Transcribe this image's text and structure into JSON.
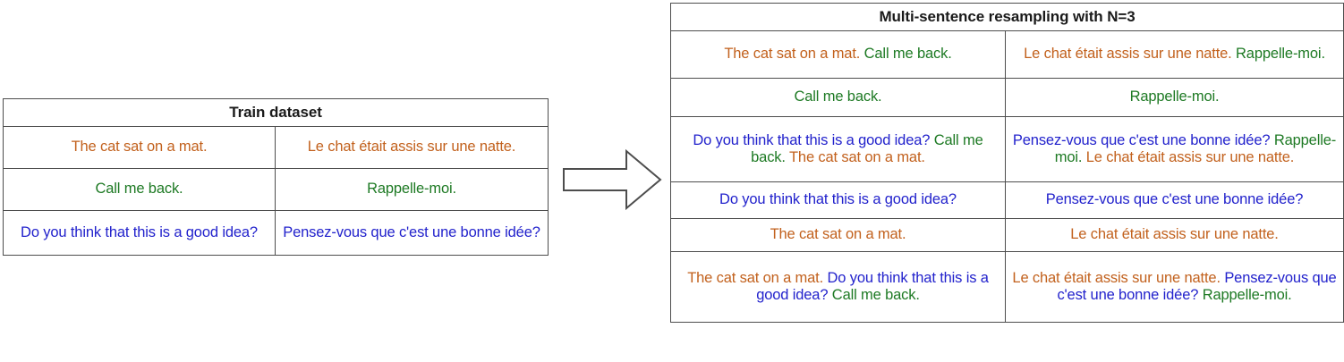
{
  "colors": {
    "orange": "#c2611d",
    "green": "#1e7a24",
    "blue": "#2222cc",
    "border": "#4d4d4d",
    "header_text": "#1a1a1a",
    "background": "#ffffff"
  },
  "arrow": {
    "icon": "right-block-arrow-icon",
    "direction": "right",
    "style": "outlined"
  },
  "train_table": {
    "title": "Train dataset",
    "title_colspan": 2,
    "columns": 2,
    "rows": [
      {
        "source": {
          "segments": [
            {
              "text": "The cat sat on a mat.",
              "color": "orange"
            }
          ]
        },
        "target": {
          "segments": [
            {
              "text": "Le chat était assis sur une natte.",
              "color": "orange"
            }
          ]
        }
      },
      {
        "source": {
          "segments": [
            {
              "text": "Call me back.",
              "color": "green"
            }
          ]
        },
        "target": {
          "segments": [
            {
              "text": "Rappelle-moi.",
              "color": "green"
            }
          ]
        }
      },
      {
        "source": {
          "segments": [
            {
              "text": "Do you think that this is a good idea?",
              "color": "blue"
            }
          ]
        },
        "target": {
          "segments": [
            {
              "text": "Pensez-vous que c'est une bonne idée?",
              "color": "blue"
            }
          ]
        }
      }
    ]
  },
  "resample_table": {
    "title": "Multi-sentence resampling with N=3",
    "title_colspan": 2,
    "columns": 2,
    "rows": [
      {
        "source": {
          "segments": [
            {
              "text": "The cat sat on a mat.",
              "color": "orange"
            },
            {
              "text": " ",
              "color": "plain"
            },
            {
              "text": "Call me back.",
              "color": "green"
            }
          ]
        },
        "target": {
          "segments": [
            {
              "text": "Le chat était assis sur une natte.",
              "color": "orange"
            },
            {
              "text": " ",
              "color": "plain"
            },
            {
              "text": "Rappelle-moi.",
              "color": "green"
            }
          ]
        }
      },
      {
        "source": {
          "segments": [
            {
              "text": "Call me back.",
              "color": "green"
            }
          ]
        },
        "target": {
          "segments": [
            {
              "text": "Rappelle-moi.",
              "color": "green"
            }
          ]
        }
      },
      {
        "source": {
          "segments": [
            {
              "text": "Do you think that this is a good idea?",
              "color": "blue"
            },
            {
              "text": " ",
              "color": "plain"
            },
            {
              "text": "Call me back.",
              "color": "green"
            },
            {
              "text": " ",
              "color": "plain"
            },
            {
              "text": "The cat sat on a mat.",
              "color": "orange"
            }
          ]
        },
        "target": {
          "segments": [
            {
              "text": "Pensez-vous que c'est une bonne idée?",
              "color": "blue"
            },
            {
              "text": " ",
              "color": "plain"
            },
            {
              "text": "Rappelle-moi.",
              "color": "green"
            },
            {
              "text": " ",
              "color": "plain"
            },
            {
              "text": "Le chat était assis sur une natte.",
              "color": "orange"
            }
          ]
        }
      },
      {
        "source": {
          "segments": [
            {
              "text": "Do you think that this is a good idea?",
              "color": "blue"
            }
          ]
        },
        "target": {
          "segments": [
            {
              "text": "Pensez-vous que c'est une bonne idée?",
              "color": "blue"
            }
          ]
        }
      },
      {
        "source": {
          "segments": [
            {
              "text": "The cat sat on a mat.",
              "color": "orange"
            }
          ]
        },
        "target": {
          "segments": [
            {
              "text": "Le chat était assis sur une natte.",
              "color": "orange"
            }
          ]
        }
      },
      {
        "source": {
          "segments": [
            {
              "text": "The cat sat on a mat.",
              "color": "orange"
            },
            {
              "text": " ",
              "color": "plain"
            },
            {
              "text": "Do you think that this is a good idea?",
              "color": "blue"
            },
            {
              "text": " ",
              "color": "plain"
            },
            {
              "text": "Call me back.",
              "color": "green"
            }
          ]
        },
        "target": {
          "segments": [
            {
              "text": "Le chat était assis sur une natte.",
              "color": "orange"
            },
            {
              "text": " ",
              "color": "plain"
            },
            {
              "text": "Pensez-vous que c'est une bonne idée?",
              "color": "blue"
            },
            {
              "text": " ",
              "color": "plain"
            },
            {
              "text": "Rappelle-moi.",
              "color": "green"
            }
          ]
        }
      }
    ]
  }
}
